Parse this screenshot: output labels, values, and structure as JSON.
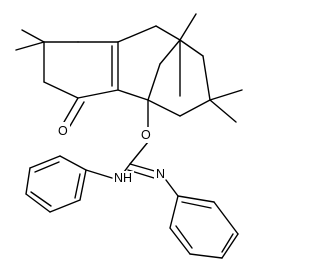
{
  "molecule": {
    "atom_labels": {
      "carbonyl_oxygen": "O",
      "ether_oxygen": "O",
      "amine": "NH",
      "imine_nitrogen": "N"
    }
  }
}
